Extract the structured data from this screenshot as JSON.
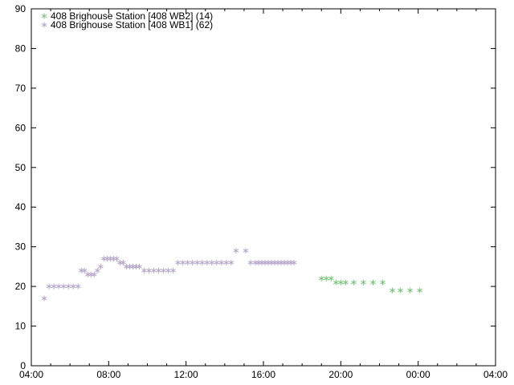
{
  "chart_data": {
    "type": "scatter",
    "title": "",
    "xlabel": "",
    "ylabel": "",
    "xlim": [
      "04:00",
      "04:00 (+1 day)"
    ],
    "ylim": [
      0,
      90
    ],
    "x_ticks": [
      "04:00",
      "08:00",
      "12:00",
      "16:00",
      "20:00",
      "00:00",
      "04:00"
    ],
    "y_ticks": [
      "0",
      "10",
      "20",
      "30",
      "40",
      "50",
      "60",
      "70",
      "80",
      "90"
    ],
    "grid": false,
    "legend_position": "top-left",
    "marker": "asterisk",
    "series": [
      {
        "name": "408 Brighouse Station [408 WB2] (14)",
        "color": "#7dbf7d",
        "points": [
          [
            "19:00",
            22
          ],
          [
            "19:15",
            22
          ],
          [
            "19:30",
            22
          ],
          [
            "19:45",
            21
          ],
          [
            "20:00",
            21
          ],
          [
            "20:15",
            21
          ],
          [
            "20:40",
            21
          ],
          [
            "21:10",
            21
          ],
          [
            "21:40",
            21
          ],
          [
            "22:10",
            21
          ],
          [
            "22:40",
            19
          ],
          [
            "23:05",
            19
          ],
          [
            "23:35",
            19
          ],
          [
            "00:05",
            19
          ]
        ]
      },
      {
        "name": "408 Brighouse Station [408 WB1] (62)",
        "color": "#b4a4cc",
        "points": [
          [
            "04:40",
            17
          ],
          [
            "04:55",
            20
          ],
          [
            "05:10",
            20
          ],
          [
            "05:25",
            20
          ],
          [
            "05:40",
            20
          ],
          [
            "05:55",
            20
          ],
          [
            "06:10",
            20
          ],
          [
            "06:25",
            20
          ],
          [
            "06:35",
            24
          ],
          [
            "06:45",
            24
          ],
          [
            "06:55",
            23
          ],
          [
            "07:05",
            23
          ],
          [
            "07:15",
            23
          ],
          [
            "07:25",
            24
          ],
          [
            "07:35",
            25
          ],
          [
            "07:45",
            27
          ],
          [
            "07:55",
            27
          ],
          [
            "08:05",
            27
          ],
          [
            "08:15",
            27
          ],
          [
            "08:25",
            27
          ],
          [
            "08:35",
            26
          ],
          [
            "08:45",
            26
          ],
          [
            "08:55",
            25
          ],
          [
            "09:05",
            25
          ],
          [
            "09:15",
            25
          ],
          [
            "09:25",
            25
          ],
          [
            "09:35",
            25
          ],
          [
            "09:50",
            24
          ],
          [
            "10:05",
            24
          ],
          [
            "10:20",
            24
          ],
          [
            "10:35",
            24
          ],
          [
            "10:50",
            24
          ],
          [
            "11:05",
            24
          ],
          [
            "11:20",
            24
          ],
          [
            "11:35",
            26
          ],
          [
            "11:50",
            26
          ],
          [
            "12:05",
            26
          ],
          [
            "12:20",
            26
          ],
          [
            "12:35",
            26
          ],
          [
            "12:50",
            26
          ],
          [
            "13:05",
            26
          ],
          [
            "13:20",
            26
          ],
          [
            "13:35",
            26
          ],
          [
            "13:50",
            26
          ],
          [
            "14:05",
            26
          ],
          [
            "14:20",
            26
          ],
          [
            "14:35",
            29
          ],
          [
            "15:05",
            29
          ],
          [
            "15:20",
            26
          ],
          [
            "15:35",
            26
          ],
          [
            "15:45",
            26
          ],
          [
            "15:55",
            26
          ],
          [
            "16:05",
            26
          ],
          [
            "16:15",
            26
          ],
          [
            "16:25",
            26
          ],
          [
            "16:35",
            26
          ],
          [
            "16:45",
            26
          ],
          [
            "16:55",
            26
          ],
          [
            "17:05",
            26
          ],
          [
            "17:15",
            26
          ],
          [
            "17:25",
            26
          ],
          [
            "17:35",
            26
          ]
        ]
      }
    ]
  }
}
